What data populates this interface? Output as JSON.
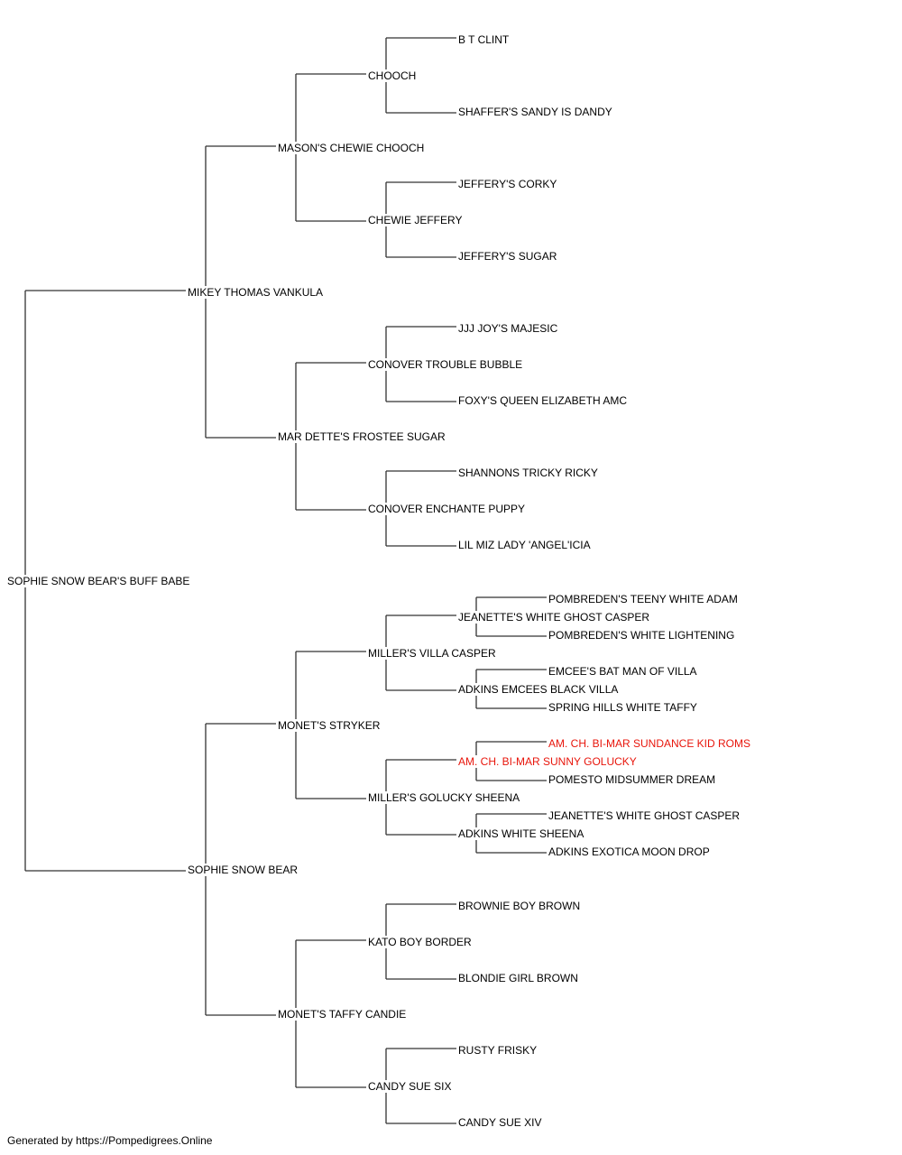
{
  "pedigree": {
    "nodes": {
      "subject": {
        "name": "SOPHIE SNOW BEAR'S BUFF BABE"
      },
      "sire": {
        "name": "MIKEY THOMAS VANKULA"
      },
      "dam": {
        "name": "SOPHIE SNOW BEAR"
      },
      "sire_sire": {
        "name": "MASON'S CHEWIE CHOOCH"
      },
      "sire_dam": {
        "name": "MAR DETTE'S FROSTEE SUGAR"
      },
      "dam_sire": {
        "name": "MONET'S STRYKER"
      },
      "dam_dam": {
        "name": "MONET'S TAFFY CANDIE"
      },
      "sss": {
        "name": "CHOOCH"
      },
      "ssd": {
        "name": "CHEWIE JEFFERY"
      },
      "sds": {
        "name": "CONOVER TROUBLE BUBBLE"
      },
      "sdd": {
        "name": "CONOVER ENCHANTE PUPPY"
      },
      "dss": {
        "name": "MILLER'S VILLA CASPER"
      },
      "dsd": {
        "name": "MILLER'S GOLUCKY SHEENA"
      },
      "dds": {
        "name": "KATO BOY BORDER"
      },
      "ddd": {
        "name": "CANDY SUE SIX"
      },
      "ssss": {
        "name": "B T CLINT"
      },
      "sssd": {
        "name": "SHAFFER'S SANDY IS DANDY"
      },
      "ssds": {
        "name": "JEFFERY'S CORKY"
      },
      "ssdd": {
        "name": "JEFFERY'S SUGAR"
      },
      "sdss": {
        "name": "JJJ JOY'S MAJESIC"
      },
      "sdsd": {
        "name": "FOXY'S QUEEN ELIZABETH AMC"
      },
      "sdds": {
        "name": "SHANNONS TRICKY RICKY"
      },
      "sddd": {
        "name": "LIL MIZ LADY 'ANGEL'ICIA"
      },
      "dsss": {
        "name": "JEANETTE'S WHITE GHOST CASPER"
      },
      "dssd": {
        "name": "ADKINS EMCEES BLACK VILLA"
      },
      "dsds": {
        "name": "AM. CH. BI-MAR SUNNY GOLUCKY",
        "champion": true
      },
      "dsdd": {
        "name": "ADKINS WHITE SHEENA"
      },
      "ddss": {
        "name": "BROWNIE BOY BROWN"
      },
      "ddsd": {
        "name": "BLONDIE GIRL BROWN"
      },
      "ddds": {
        "name": "RUSTY FRISKY"
      },
      "dddd": {
        "name": "CANDY SUE XIV"
      },
      "dssss": {
        "name": "POMBREDEN'S TEENY WHITE ADAM"
      },
      "dsssd": {
        "name": "POMBREDEN'S WHITE LIGHTENING"
      },
      "dssds": {
        "name": "EMCEE'S BAT MAN OF VILLA"
      },
      "dssdd": {
        "name": "SPRING HILLS WHITE TAFFY"
      },
      "dsdss": {
        "name": "AM. CH. BI-MAR SUNDANCE KID ROMS",
        "champion": true
      },
      "dsdsd": {
        "name": "POMESTO MIDSUMMER DREAM"
      },
      "dsdds": {
        "name": "JEANETTE'S WHITE GHOST CASPER"
      },
      "dsddd": {
        "name": "ADKINS EXOTICA MOON DROP"
      }
    }
  },
  "colors": {
    "line": "#333333",
    "text": "#000000",
    "champion": "#e8150b"
  },
  "footer": "Generated by https://Pompedigrees.Online"
}
